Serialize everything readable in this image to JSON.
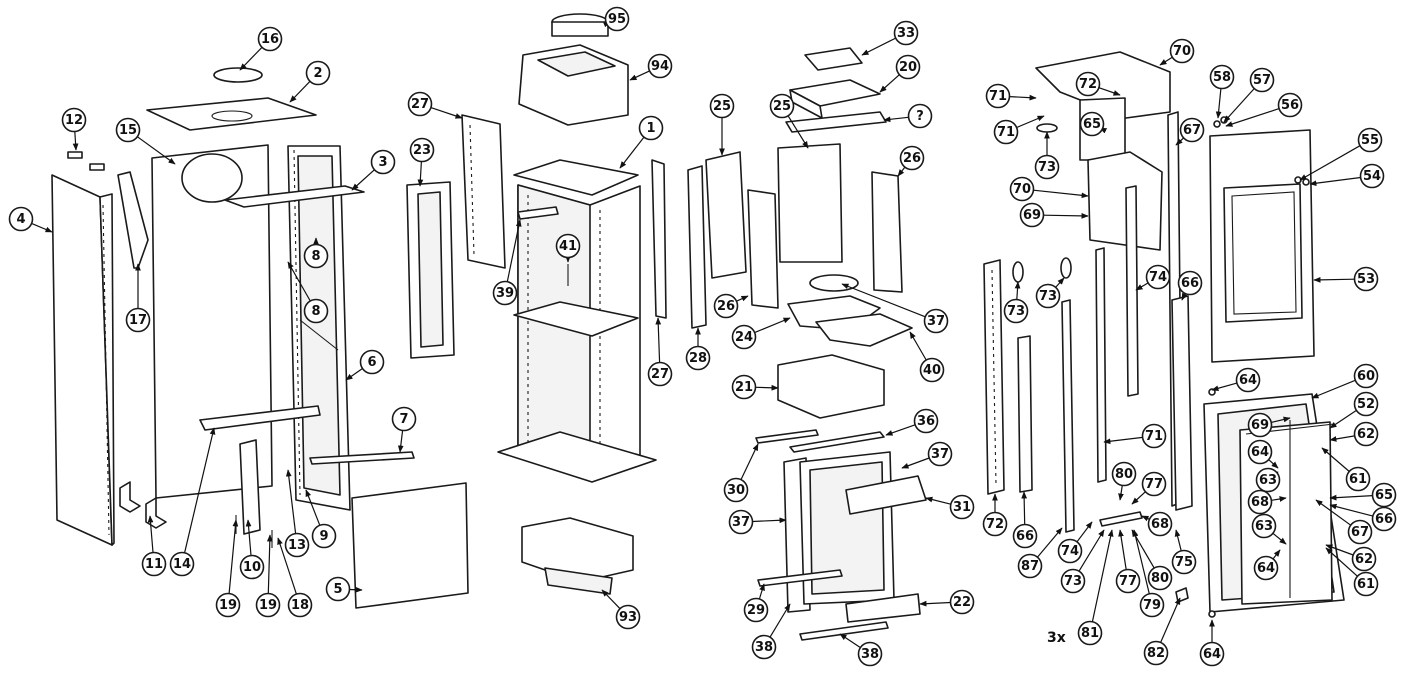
{
  "diagram": {
    "labels": [
      "16",
      "2",
      "12",
      "15",
      "3",
      "4",
      "17",
      "8",
      "8",
      "6",
      "14",
      "11",
      "10",
      "19",
      "19",
      "18",
      "13",
      "9",
      "7",
      "5",
      "95",
      "94",
      "1",
      "27",
      "23",
      "39",
      "41",
      "27",
      "28",
      "93",
      "25",
      "25",
      "33",
      "20",
      "?",
      "26",
      "37",
      "24",
      "40",
      "21",
      "26",
      "36",
      "37",
      "30",
      "31",
      "37",
      "29",
      "22",
      "38",
      "38",
      "70",
      "71",
      "72",
      "71",
      "65",
      "67",
      "73",
      "70",
      "69",
      "72",
      "73",
      "73",
      "74",
      "66",
      "71",
      "66",
      "87",
      "74",
      "73",
      "81",
      "80",
      "77",
      "77",
      "68",
      "80",
      "79",
      "75",
      "82",
      "58",
      "57",
      "56",
      "55",
      "54",
      "53",
      "64",
      "60",
      "69",
      "52",
      "62",
      "64",
      "63",
      "61",
      "68",
      "65",
      "67",
      "66",
      "63",
      "64",
      "62",
      "61",
      "64"
    ],
    "quantity_note": "3x"
  }
}
